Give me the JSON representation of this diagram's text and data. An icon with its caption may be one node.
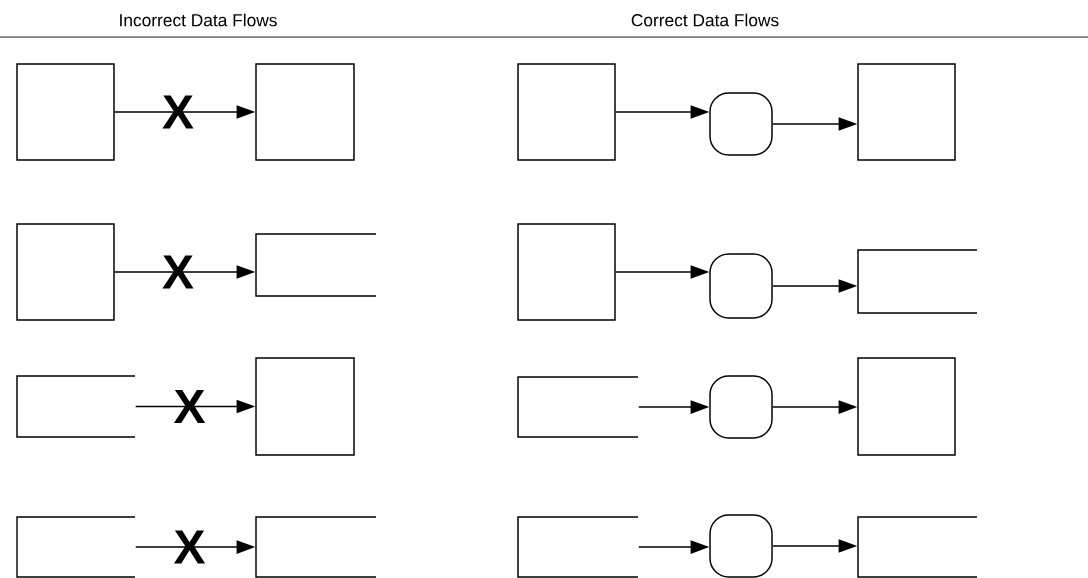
{
  "diagram": {
    "labels": [
      "Incorrect Data Flows",
      "Correct Data Flows"
    ],
    "nodes": [
      {
        "text": [],
        "shape": "box"
      },
      {
        "text": [],
        "shape": "box"
      },
      {
        "text": [],
        "shape": "box"
      },
      {
        "text": [],
        "shape": "rounded"
      },
      {
        "text": [],
        "shape": "box"
      },
      {
        "text": [],
        "shape": "box"
      },
      {
        "text": [],
        "shape": "store"
      },
      {
        "text": [],
        "shape": "box"
      },
      {
        "text": [],
        "shape": "rounded"
      },
      {
        "text": [],
        "shape": "store"
      },
      {
        "text": [],
        "shape": "store"
      },
      {
        "text": [],
        "shape": "box"
      },
      {
        "text": [],
        "shape": "store"
      },
      {
        "text": [],
        "shape": "rounded"
      },
      {
        "text": [],
        "shape": "box"
      },
      {
        "text": [],
        "shape": "store"
      },
      {
        "text": [],
        "shape": "store"
      },
      {
        "text": [],
        "shape": "store"
      },
      {
        "text": [],
        "shape": "rounded"
      },
      {
        "text": [],
        "shape": "store"
      }
    ],
    "edges": [
      {
        "from": 0,
        "to": 1,
        "arrow": "to",
        "label": "X"
      },
      {
        "from": 2,
        "to": 3,
        "arrow": "to"
      },
      {
        "from": 3,
        "to": 4,
        "arrow": "to"
      },
      {
        "from": 5,
        "to": 6,
        "arrow": "to",
        "label": "X"
      },
      {
        "from": 7,
        "to": 8,
        "arrow": "to"
      },
      {
        "from": 8,
        "to": 9,
        "arrow": "to"
      },
      {
        "from": 10,
        "to": 11,
        "arrow": "to",
        "label": "X"
      },
      {
        "from": 12,
        "to": 13,
        "arrow": "to"
      },
      {
        "from": 13,
        "to": 14,
        "arrow": "to"
      },
      {
        "from": 15,
        "to": 16,
        "arrow": "to",
        "label": "X"
      },
      {
        "from": 17,
        "to": 18,
        "arrow": "to"
      },
      {
        "from": 18,
        "to": 19,
        "arrow": "to"
      }
    ]
  }
}
